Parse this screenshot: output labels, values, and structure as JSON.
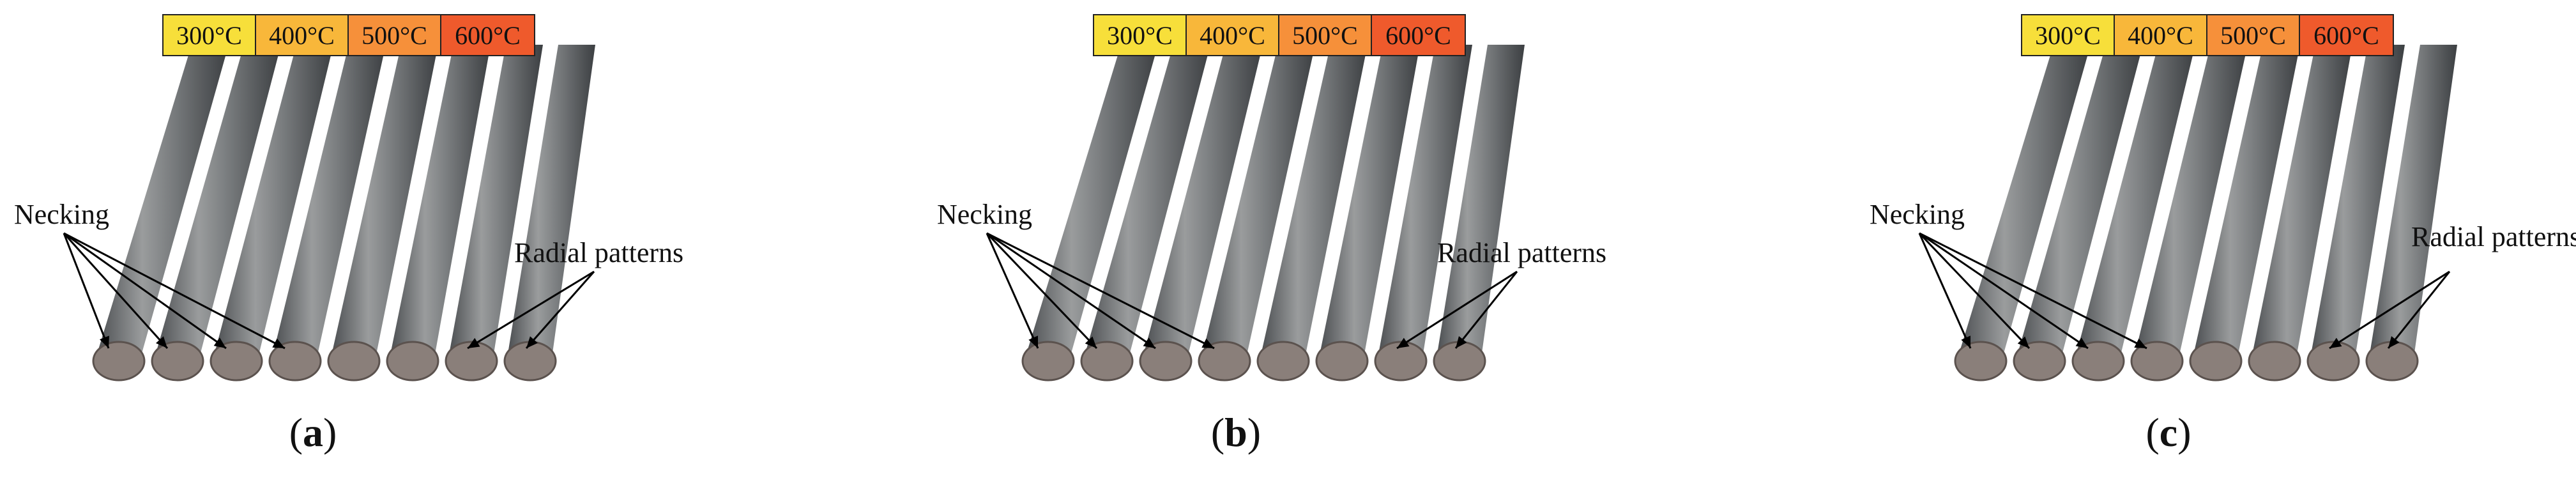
{
  "temperature_scale": {
    "labels": [
      "300°C",
      "400°C",
      "500°C",
      "600°C"
    ],
    "colors": [
      "#f7df3a",
      "#f8b73a",
      "#f6903a",
      "#ef5a2c"
    ]
  },
  "panels": [
    {
      "id": "a",
      "caption_open": "(",
      "caption_letter": "a",
      "caption_close": ")",
      "necking_label": "Necking",
      "radial_label": "Radial patterns"
    },
    {
      "id": "b",
      "caption_open": "(",
      "caption_letter": "b",
      "caption_close": ")",
      "necking_label": "Necking",
      "radial_label": "Radial patterns"
    },
    {
      "id": "c",
      "caption_open": "(",
      "caption_letter": "c",
      "caption_close": ")",
      "necking_label": "Necking",
      "radial_label": "Radial patterns"
    }
  ]
}
